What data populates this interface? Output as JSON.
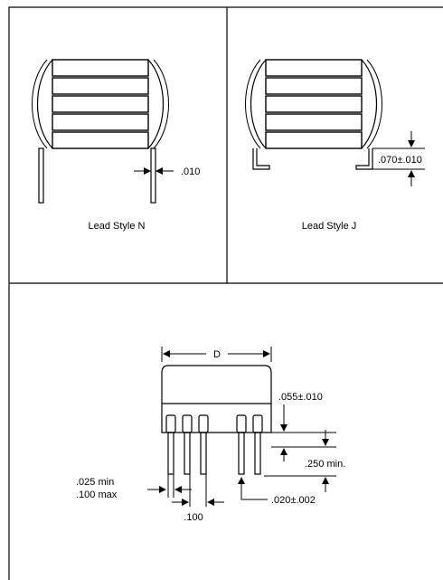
{
  "panels": {
    "lead_style_n": {
      "caption": "Lead Style N",
      "dimension": ".010"
    },
    "lead_style_j": {
      "caption": "Lead Style J",
      "dimension": ".070±.010"
    },
    "footprint": {
      "body_label": "D",
      "lead_length": ".055±.010",
      "seating": ".250 min.",
      "lead_width_min": ".025 min",
      "lead_width_max": ".100 max",
      "pitch": ".100",
      "lead_diameter": ".020±.002"
    }
  }
}
